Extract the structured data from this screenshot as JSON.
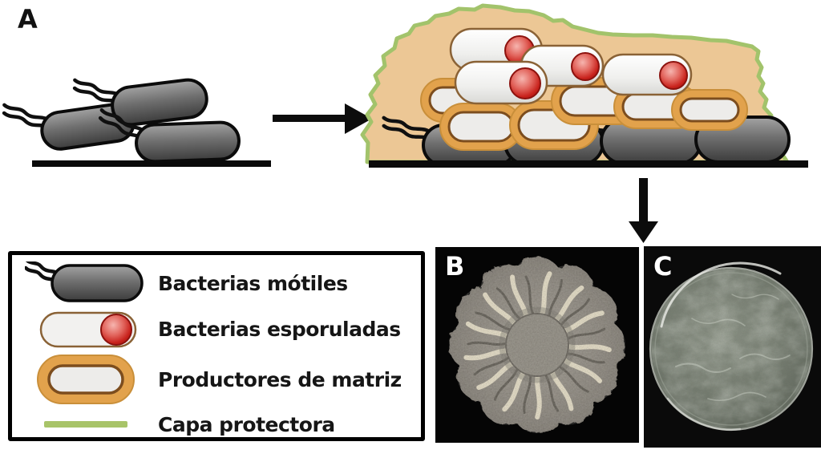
{
  "figure": {
    "panel_a_label": "A",
    "panel_b_label": "B",
    "panel_c_label": "C",
    "description": "Biofilm formation diagram with colony and pellicle photographs"
  },
  "legend": {
    "items": [
      {
        "icon": "motile-bacterium-icon",
        "label": "Bacterias mótiles"
      },
      {
        "icon": "sporulated-bacterium-icon",
        "label": "Bacterias esporuladas"
      },
      {
        "icon": "matrix-producer-icon",
        "label": "Productores de matriz"
      },
      {
        "icon": "protective-layer-icon",
        "label": "Capa protectora"
      }
    ]
  },
  "colors": {
    "motile_gray": "#6f6f6f",
    "spore_red": "#c8221c",
    "matrix_orange": "#e2a24c",
    "biofilm_tan": "#ecc795",
    "protective_green": "#a2c36b",
    "background": "#ffffff"
  }
}
